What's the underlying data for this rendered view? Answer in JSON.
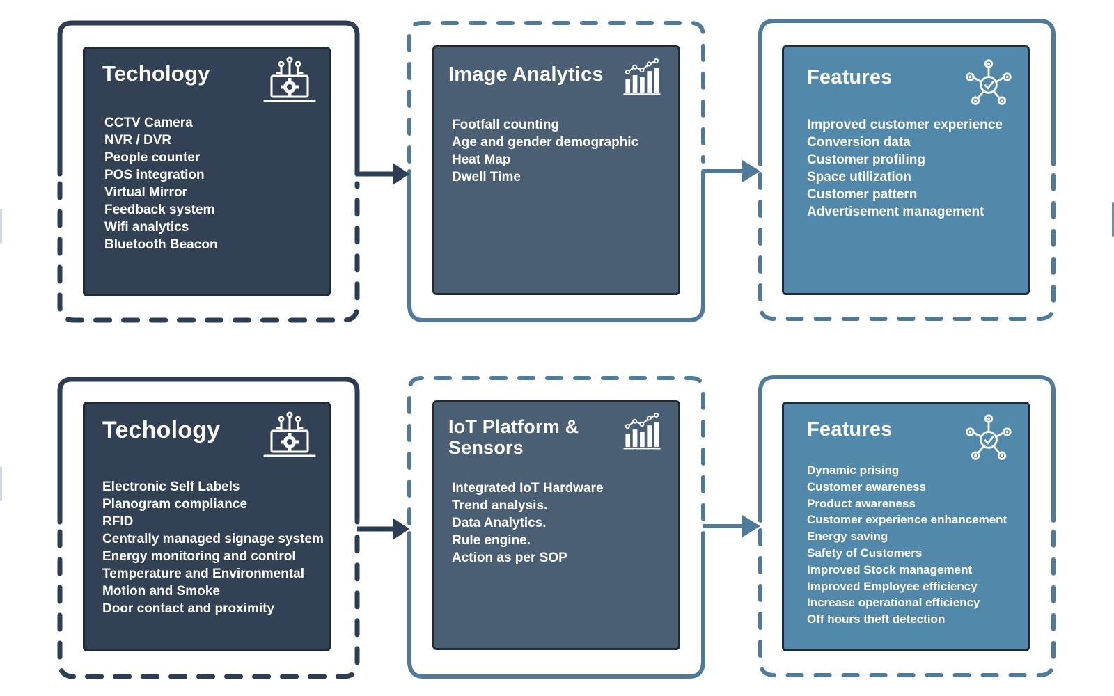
{
  "colors": {
    "frame_dark": "#2d3d52",
    "frame_mid": "#4f7a99",
    "card_dark": "#334155",
    "card_mid": "#4a5f73",
    "card_light": "#5289ab",
    "card_border": "#1f2a38"
  },
  "rows": [
    {
      "technology": {
        "title": "Techology",
        "icon": "laptop-gear-icon",
        "items": [
          "CCTV Camera",
          "NVR / DVR",
          "People counter",
          "POS integration",
          "Virtual Mirror",
          "Feedback system",
          "Wifi analytics",
          "Bluetooth Beacon"
        ]
      },
      "analytics": {
        "title": "Image Analytics",
        "icon": "bar-chart-icon",
        "items": [
          "Footfall counting",
          "Age and gender demographic",
          "Heat Map",
          "Dwell Time"
        ]
      },
      "features": {
        "title": "Features",
        "icon": "network-check-icon",
        "items": [
          "Improved customer experience",
          "Conversion data",
          "Customer profiling",
          "Space utilization",
          "Customer pattern",
          "Advertisement management"
        ]
      }
    },
    {
      "technology": {
        "title": "Techology",
        "icon": "laptop-gear-icon",
        "items": [
          "Electronic Self Labels",
          "Planogram compliance",
          "RFID",
          "Centrally managed signage system",
          "Energy monitoring and control",
          "Temperature and Environmental",
          "Motion and Smoke",
          "Door contact and proximity"
        ]
      },
      "analytics": {
        "title_line1": "IoT Platform &",
        "title_line2": "Sensors",
        "icon": "bar-chart-icon",
        "items": [
          "Integrated IoT Hardware",
          "Trend analysis.",
          "Data Analytics.",
          "Rule engine.",
          "Action as per SOP"
        ]
      },
      "features": {
        "title": "Features",
        "icon": "network-check-icon",
        "items": [
          "Dynamic prising",
          "Customer awareness",
          "Product awareness",
          "Customer experience enhancement",
          "Energy saving",
          "Safety of Customers",
          "Improved Stock management",
          "Improved Employee efficiency",
          "Increase operational efficiency",
          "Off hours theft detection"
        ]
      }
    }
  ]
}
